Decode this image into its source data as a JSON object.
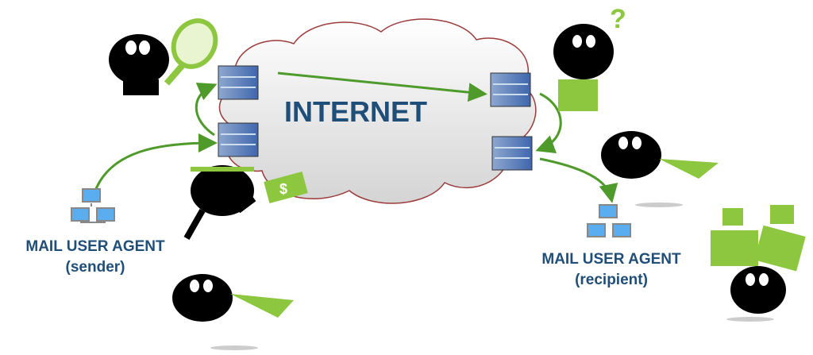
{
  "cloud": {
    "title": "INTERNET"
  },
  "sender": {
    "line1": "MAIL USER AGENT",
    "line2": "(sender)"
  },
  "recipient": {
    "line1": "MAIL USER AGENT",
    "line2": "(recipient)"
  },
  "colors": {
    "text": "#1f4e79",
    "green": "#8dc63f",
    "arrow": "#4e9a2a",
    "cloud_edge": "#9b3b3b",
    "server": "#4a78c2"
  },
  "icons": {
    "cash": "$",
    "question": "?"
  }
}
